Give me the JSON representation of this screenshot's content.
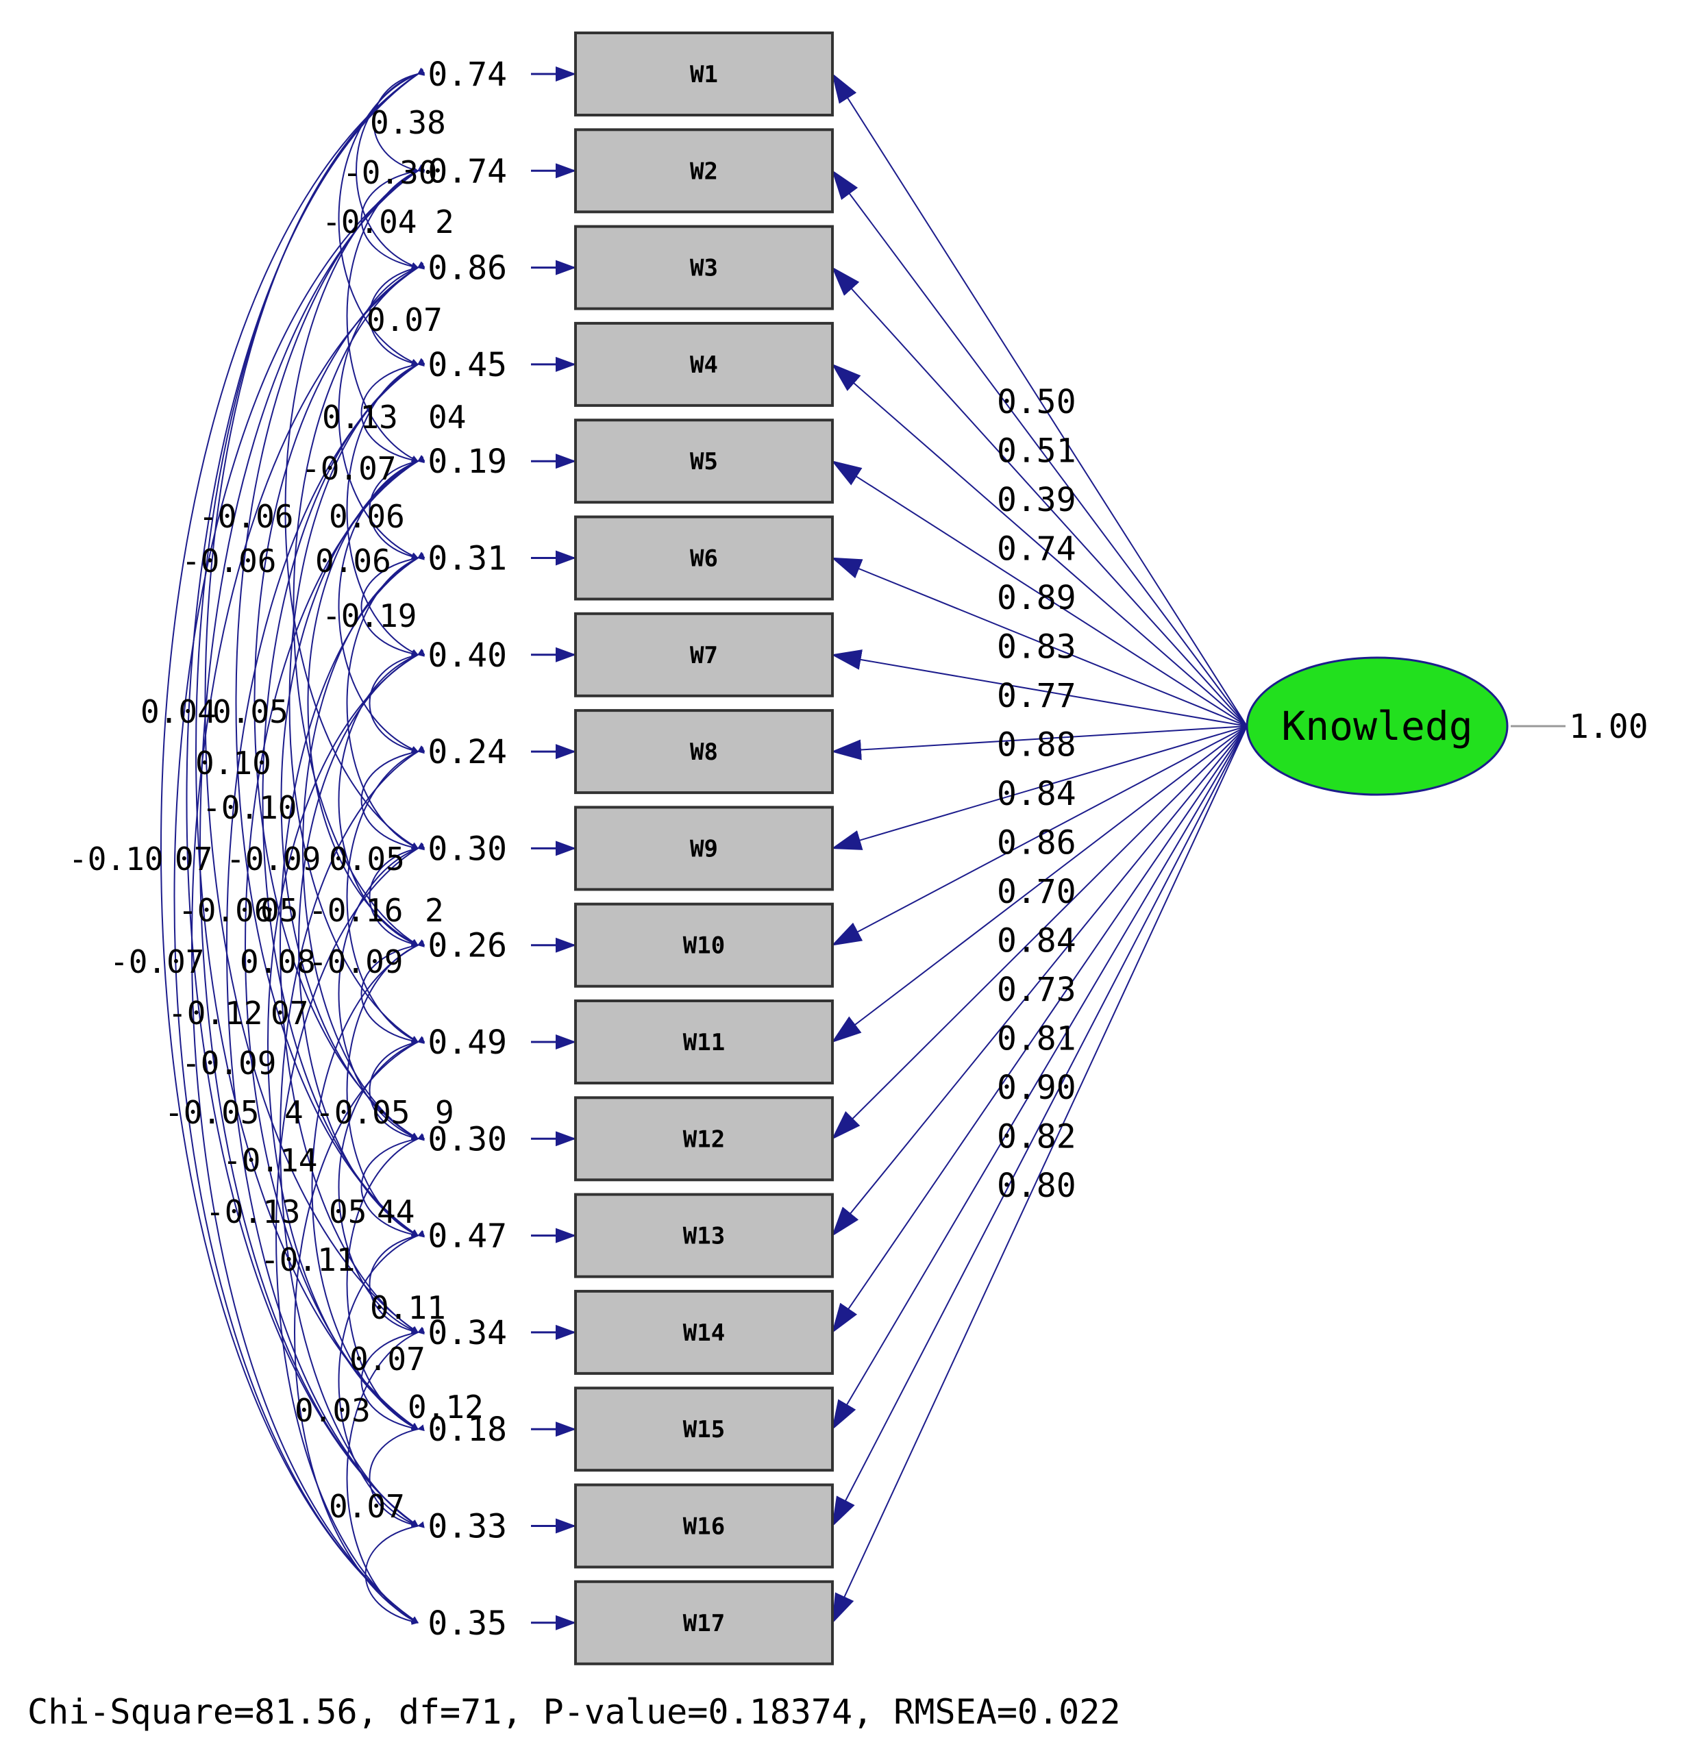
{
  "colors": {
    "path": "#1c1c8c",
    "box_fill": "#c0c0c0",
    "box_border": "#333333",
    "latent_fill": "#22e01e",
    "latent_border": "#1c1c8c"
  },
  "latent": {
    "name": "Knowledg",
    "variance": "1.00"
  },
  "indicators": [
    {
      "name": "W1",
      "error_variance": "0.74",
      "loading": "0.50"
    },
    {
      "name": "W2",
      "error_variance": "0.74",
      "loading": "0.51"
    },
    {
      "name": "W3",
      "error_variance": "0.86",
      "loading": "0.39"
    },
    {
      "name": "W4",
      "error_variance": "0.45",
      "loading": "0.74"
    },
    {
      "name": "W5",
      "error_variance": "0.19",
      "loading": "0.89"
    },
    {
      "name": "W6",
      "error_variance": "0.31",
      "loading": "0.83"
    },
    {
      "name": "W7",
      "error_variance": "0.40",
      "loading": "0.77"
    },
    {
      "name": "W8",
      "error_variance": "0.24",
      "loading": "0.88"
    },
    {
      "name": "W9",
      "error_variance": "0.30",
      "loading": "0.84"
    },
    {
      "name": "W10",
      "error_variance": "0.26",
      "loading": "0.86"
    },
    {
      "name": "W11",
      "error_variance": "0.49",
      "loading": "0.70"
    },
    {
      "name": "W12",
      "error_variance": "0.30",
      "loading": "0.84"
    },
    {
      "name": "W13",
      "error_variance": "0.47",
      "loading": "0.73"
    },
    {
      "name": "W14",
      "error_variance": "0.34",
      "loading": "0.81"
    },
    {
      "name": "W15",
      "error_variance": "0.18",
      "loading": "0.90"
    },
    {
      "name": "W16",
      "error_variance": "0.33",
      "loading": "0.82"
    },
    {
      "name": "W17",
      "error_variance": "0.35",
      "loading": "0.80"
    }
  ],
  "error_covariance_labels": [
    "0.38",
    "-0.30",
    "-0.04",
    "2",
    "0.07",
    "0.13",
    "04",
    "-0.07",
    "-0.06",
    "0.06",
    "-0.06",
    "0.06",
    "-0.19",
    "0.04",
    "0.05",
    "0.10",
    "-0.10",
    "-0.10",
    "07",
    "-0.09",
    "0.05",
    "-0.06",
    "05",
    "-0.16",
    "2",
    "-0.07",
    "0.08",
    "-0.09",
    "-0.12",
    "07",
    "-0.09",
    "-0.05",
    "4",
    "-0.05",
    "9",
    "-0.14",
    "-0.13",
    "05",
    "44",
    "-0.11",
    "0.11",
    "0.07",
    "0.03",
    "0.12",
    "0.07"
  ],
  "fit_statistics": "Chi-Square=81.56, df=71, P-value=0.18374, RMSEA=0.022"
}
